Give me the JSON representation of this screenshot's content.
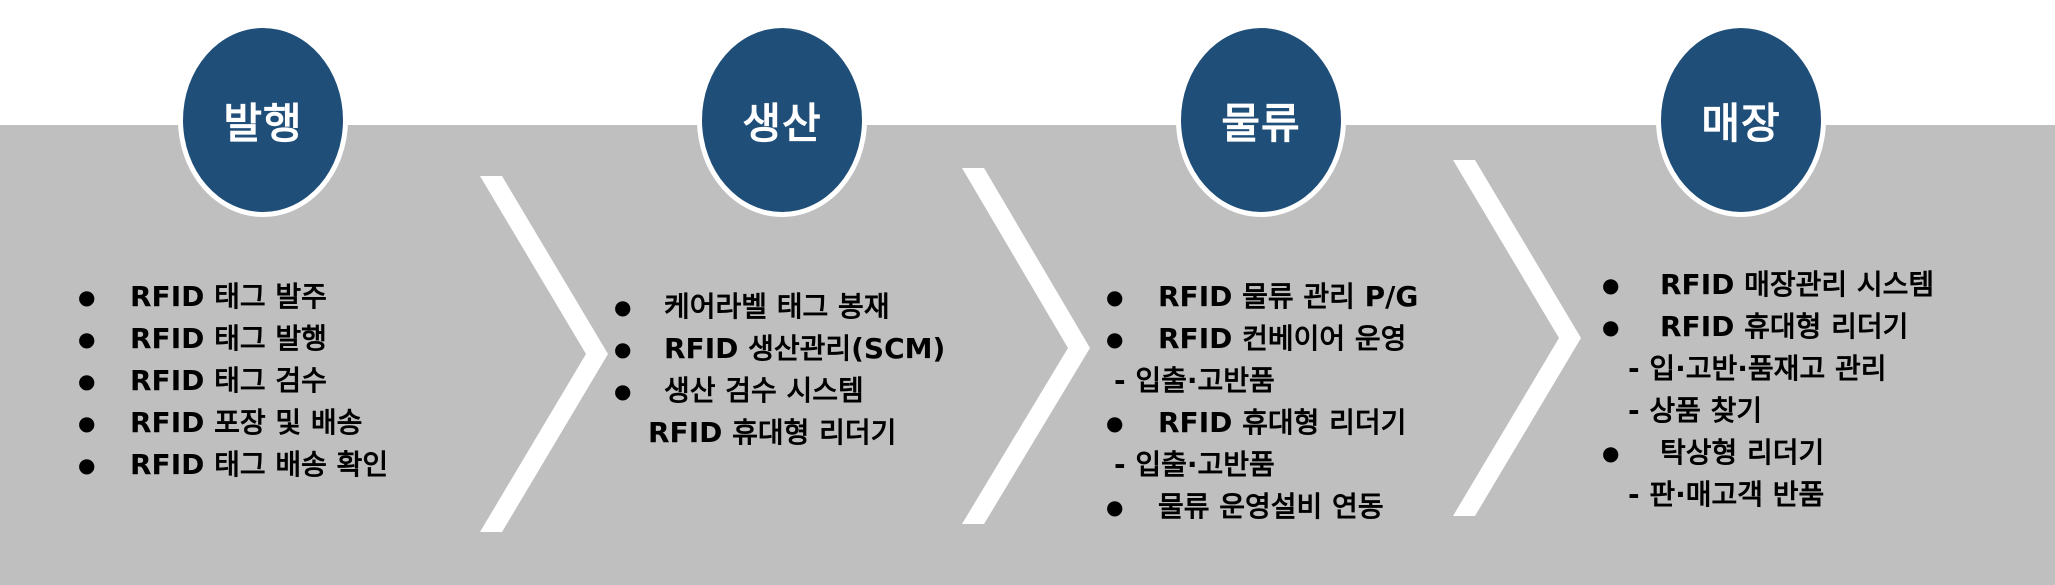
{
  "colors": {
    "circle": "#1f4e79",
    "band": "#bfbfbf",
    "chevron": "#ffffff"
  },
  "stages": [
    {
      "title": "발행",
      "items": [
        {
          "kind": "bullet",
          "text": "RFID 태그 발주"
        },
        {
          "kind": "bullet",
          "text": "RFID 태그 발행"
        },
        {
          "kind": "bullet",
          "text": "RFID 태그 검수"
        },
        {
          "kind": "bullet",
          "text": "RFID 포장 및 배송"
        },
        {
          "kind": "bullet",
          "text": "RFID 태그 배송 확인"
        }
      ]
    },
    {
      "title": "생산",
      "items": [
        {
          "kind": "bullet",
          "text": "케어라벨 태그 봉재"
        },
        {
          "kind": "bullet",
          "text": "RFID 생산관리(SCM)"
        },
        {
          "kind": "bullet",
          "text": "생산 검수 시스템"
        },
        {
          "kind": "plain",
          "text": "RFID 휴대형 리더기"
        }
      ]
    },
    {
      "title": "물류",
      "items": [
        {
          "kind": "bullet",
          "text": "RFID 물류 관리 P/G"
        },
        {
          "kind": "bullet",
          "text": "RFID 컨베이어 운영"
        },
        {
          "kind": "sub",
          "text": "- 입출·고반품"
        },
        {
          "kind": "bullet",
          "text": "RFID 휴대형 리더기"
        },
        {
          "kind": "sub",
          "text": "- 입출·고반품"
        },
        {
          "kind": "bullet",
          "text": "물류 운영설비 연동"
        }
      ]
    },
    {
      "title": "매장",
      "items": [
        {
          "kind": "bullet",
          "text": "RFID 매장관리 시스템"
        },
        {
          "kind": "bullet",
          "text": "RFID 휴대형 리더기"
        },
        {
          "kind": "sub",
          "text": "- 입·고반·품재고 관리"
        },
        {
          "kind": "sub",
          "text": "- 상품 찾기"
        },
        {
          "kind": "bullet",
          "text": "탁상형 리더기"
        },
        {
          "kind": "sub",
          "text": "- 판·매고객 반품"
        }
      ]
    }
  ]
}
